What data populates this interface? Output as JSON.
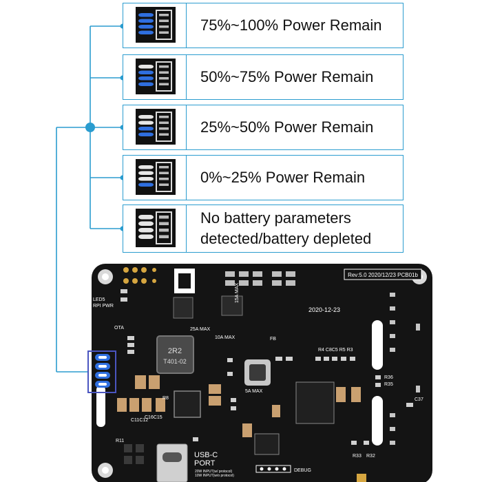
{
  "legend": {
    "rows": [
      {
        "text": "75%~100% Power Remain",
        "lit": 4
      },
      {
        "text": "50%~75% Power Remain",
        "lit": 3
      },
      {
        "text": "25%~50% Power Remain",
        "lit": 2
      },
      {
        "text": "0%~25% Power Remain",
        "lit": 1
      },
      {
        "text": "No battery parameters\ndetected/battery depleted",
        "lit": 0
      }
    ]
  },
  "board": {
    "rev": "Rev:5.0 2020/12/23 PCB01b",
    "date": "2020-12-23",
    "usb_port": "USB-C\nPORT",
    "usb_sub1": "20W INPUT(w/ protocol)",
    "usb_sub2": "10W INPUT(w/o protocol)",
    "debug": "DEBUG",
    "inductor1": "2R2",
    "inductor2": "T401-02",
    "max15a": "15A MAX",
    "max25a": "25A MAX",
    "max10a": "10A MAX",
    "max5a": "5A MAX",
    "otg": "OTA",
    "led_labels": "LED5\nRPI PWR",
    "fb": "FB"
  },
  "colors": {
    "line": "#2a9ccf",
    "board": "#141414",
    "led_on": "#2f6fe0",
    "led_off": "#e6e6e6"
  }
}
